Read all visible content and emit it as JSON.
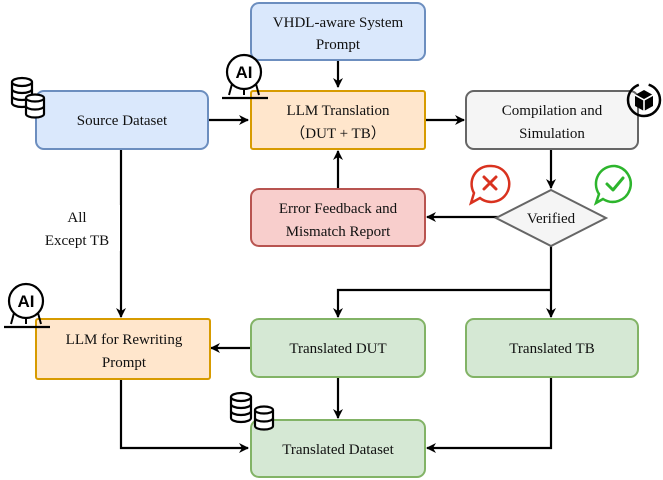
{
  "nodes": {
    "vhdl_prompt": {
      "line1": "VHDL-aware System",
      "line2": "Prompt",
      "fill": "#dae8fc",
      "stroke": "#6c8ebf"
    },
    "source_dataset": {
      "label": "Source Dataset",
      "fill": "#dae8fc",
      "stroke": "#6c8ebf"
    },
    "llm_translation": {
      "line1": "LLM Translation",
      "line2": "（DUT + TB）",
      "fill": "#ffe6cc",
      "stroke": "#d79b00"
    },
    "compilation": {
      "line1": "Compilation and",
      "line2": "Simulation",
      "fill": "#f5f5f5",
      "stroke": "#666666"
    },
    "error_feedback": {
      "line1": "Error Feedback and",
      "line2": "Mismatch Report",
      "fill": "#f8cecc",
      "stroke": "#b85450"
    },
    "verified": {
      "label": "Verified",
      "fill": "#f5f5f5",
      "stroke": "#666666"
    },
    "llm_rewriting": {
      "line1": "LLM for Rewriting",
      "line2": "Prompt",
      "fill": "#ffe6cc",
      "stroke": "#d79b00"
    },
    "translated_dut": {
      "label": "Translated DUT",
      "fill": "#d5e8d4",
      "stroke": "#82b366"
    },
    "translated_tb": {
      "label": "Translated TB",
      "fill": "#d5e8d4",
      "stroke": "#82b366"
    },
    "translated_dataset": {
      "label": "Translated Dataset",
      "fill": "#d5e8d4",
      "stroke": "#82b366"
    }
  },
  "edge_labels": {
    "all_except_tb_line1": "All",
    "all_except_tb_line2": "Except TB"
  },
  "badges": {
    "ai": "AI"
  },
  "colors": {
    "fail": "#d9321f",
    "pass": "#2db52d"
  }
}
